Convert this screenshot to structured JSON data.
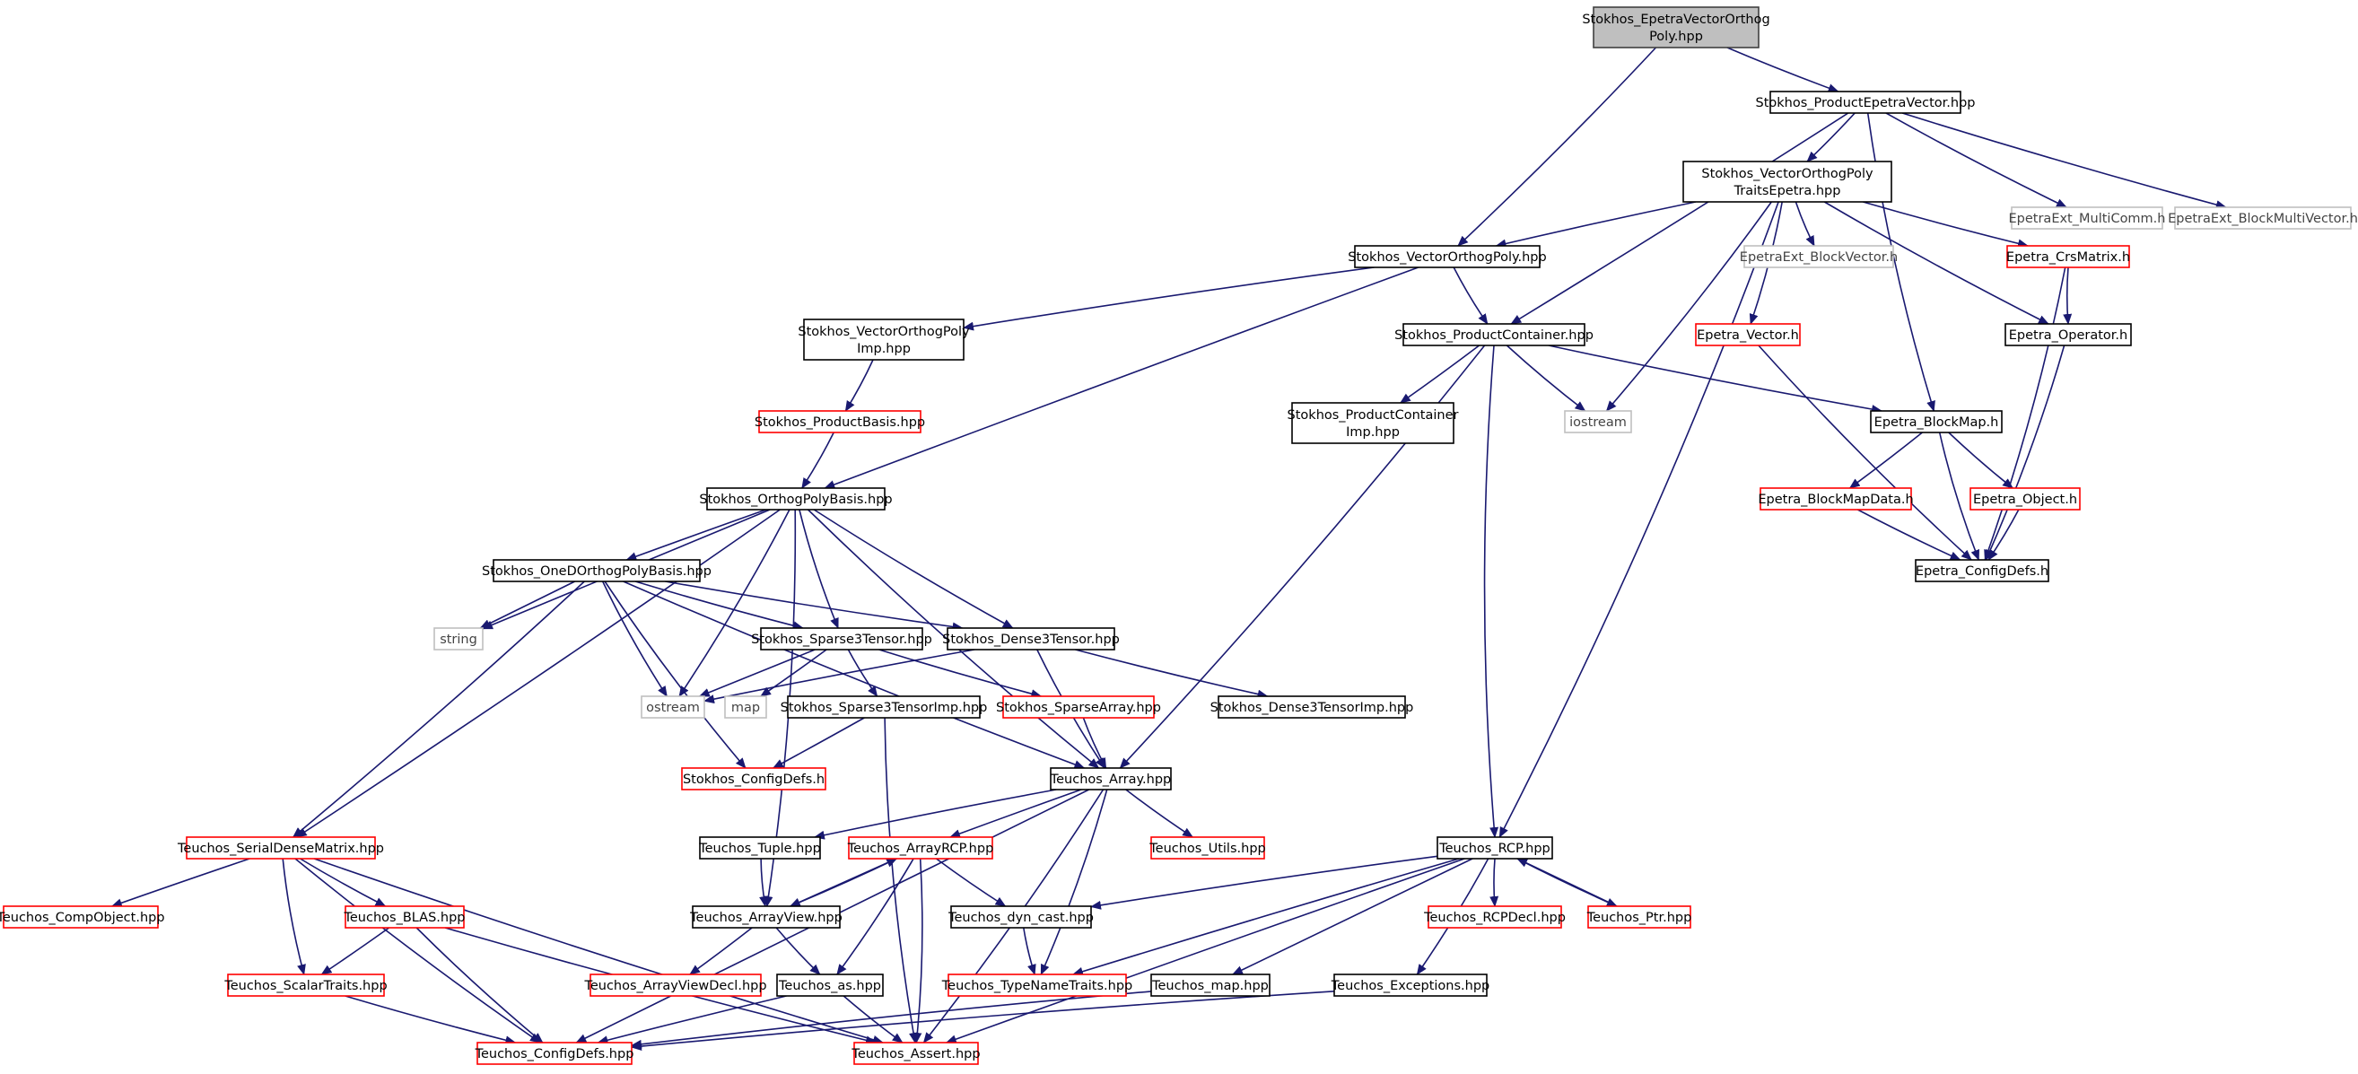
{
  "diagram": {
    "kind": "include-dependency-graph",
    "edge_color": "#191970",
    "style": {
      "root_fill": "#bfbfbf",
      "documented_border": "#000000",
      "undocumented_border": "#ff0000",
      "external_border": "#bfbfbf",
      "box_fill": "#ffffff"
    },
    "nodes": [
      {
        "id": "root",
        "lines": [
          "Stokhos_EpetraVectorOrthog",
          "Poly.hpp"
        ],
        "style": "root"
      },
      {
        "id": "pev",
        "lines": [
          "Stokhos_ProductEpetraVector.hpp"
        ],
        "style": "black"
      },
      {
        "id": "votpe",
        "lines": [
          "Stokhos_VectorOrthogPoly",
          "TraitsEpetra.hpp"
        ],
        "style": "black"
      },
      {
        "id": "multicomm",
        "lines": [
          "EpetraExt_MultiComm.h"
        ],
        "style": "gray"
      },
      {
        "id": "blockmv",
        "lines": [
          "EpetraExt_BlockMultiVector.h"
        ],
        "style": "gray"
      },
      {
        "id": "vop",
        "lines": [
          "Stokhos_VectorOrthogPoly.hpp"
        ],
        "style": "black"
      },
      {
        "id": "blockvec",
        "lines": [
          "EpetraExt_BlockVector.h"
        ],
        "style": "gray"
      },
      {
        "id": "crs",
        "lines": [
          "Epetra_CrsMatrix.h"
        ],
        "style": "red"
      },
      {
        "id": "vopimp",
        "lines": [
          "Stokhos_VectorOrthogPoly",
          "Imp.hpp"
        ],
        "style": "black"
      },
      {
        "id": "pc",
        "lines": [
          "Stokhos_ProductContainer.hpp"
        ],
        "style": "black"
      },
      {
        "id": "evec",
        "lines": [
          "Epetra_Vector.h"
        ],
        "style": "red"
      },
      {
        "id": "eop",
        "lines": [
          "Epetra_Operator.h"
        ],
        "style": "black"
      },
      {
        "id": "pb",
        "lines": [
          "Stokhos_ProductBasis.hpp"
        ],
        "style": "red"
      },
      {
        "id": "pcimp",
        "lines": [
          "Stokhos_ProductContainer",
          "Imp.hpp"
        ],
        "style": "black"
      },
      {
        "id": "iostream",
        "lines": [
          "iostream"
        ],
        "style": "gray"
      },
      {
        "id": "blockmap",
        "lines": [
          "Epetra_BlockMap.h"
        ],
        "style": "black"
      },
      {
        "id": "opb",
        "lines": [
          "Stokhos_OrthogPolyBasis.hpp"
        ],
        "style": "black"
      },
      {
        "id": "bmd",
        "lines": [
          "Epetra_BlockMapData.h"
        ],
        "style": "red"
      },
      {
        "id": "eobj",
        "lines": [
          "Epetra_Object.h"
        ],
        "style": "red"
      },
      {
        "id": "onedopb",
        "lines": [
          "Stokhos_OneDOrthogPolyBasis.hpp"
        ],
        "style": "black"
      },
      {
        "id": "econfig",
        "lines": [
          "Epetra_ConfigDefs.h"
        ],
        "style": "black"
      },
      {
        "id": "string",
        "lines": [
          "string"
        ],
        "style": "gray"
      },
      {
        "id": "s3t",
        "lines": [
          "Stokhos_Sparse3Tensor.hpp"
        ],
        "style": "black"
      },
      {
        "id": "d3t",
        "lines": [
          "Stokhos_Dense3Tensor.hpp"
        ],
        "style": "black"
      },
      {
        "id": "ostream",
        "lines": [
          "ostream"
        ],
        "style": "gray"
      },
      {
        "id": "map",
        "lines": [
          "map"
        ],
        "style": "gray"
      },
      {
        "id": "s3timp",
        "lines": [
          "Stokhos_Sparse3TensorImp.hpp"
        ],
        "style": "black"
      },
      {
        "id": "sparr",
        "lines": [
          "Stokhos_SparseArray.hpp"
        ],
        "style": "red"
      },
      {
        "id": "d3timp",
        "lines": [
          "Stokhos_Dense3TensorImp.hpp"
        ],
        "style": "black"
      },
      {
        "id": "sconfig",
        "lines": [
          "Stokhos_ConfigDefs.h"
        ],
        "style": "red"
      },
      {
        "id": "tarray",
        "lines": [
          "Teuchos_Array.hpp"
        ],
        "style": "black"
      },
      {
        "id": "sdm",
        "lines": [
          "Teuchos_SerialDenseMatrix.hpp"
        ],
        "style": "red"
      },
      {
        "id": "tuple",
        "lines": [
          "Teuchos_Tuple.hpp"
        ],
        "style": "black"
      },
      {
        "id": "arcp",
        "lines": [
          "Teuchos_ArrayRCP.hpp"
        ],
        "style": "red"
      },
      {
        "id": "utils",
        "lines": [
          "Teuchos_Utils.hpp"
        ],
        "style": "red"
      },
      {
        "id": "rcp",
        "lines": [
          "Teuchos_RCP.hpp"
        ],
        "style": "black"
      },
      {
        "id": "compobj",
        "lines": [
          "Teuchos_CompObject.hpp"
        ],
        "style": "red"
      },
      {
        "id": "blas",
        "lines": [
          "Teuchos_BLAS.hpp"
        ],
        "style": "red"
      },
      {
        "id": "aview",
        "lines": [
          "Teuchos_ArrayView.hpp"
        ],
        "style": "black"
      },
      {
        "id": "dyncast",
        "lines": [
          "Teuchos_dyn_cast.hpp"
        ],
        "style": "black"
      },
      {
        "id": "rcpdecl",
        "lines": [
          "Teuchos_RCPDecl.hpp"
        ],
        "style": "red"
      },
      {
        "id": "ptr",
        "lines": [
          "Teuchos_Ptr.hpp"
        ],
        "style": "red"
      },
      {
        "id": "straits",
        "lines": [
          "Teuchos_ScalarTraits.hpp"
        ],
        "style": "red"
      },
      {
        "id": "avdecl",
        "lines": [
          "Teuchos_ArrayViewDecl.hpp"
        ],
        "style": "red"
      },
      {
        "id": "as",
        "lines": [
          "Teuchos_as.hpp"
        ],
        "style": "black"
      },
      {
        "id": "tnt",
        "lines": [
          "Teuchos_TypeNameTraits.hpp"
        ],
        "style": "red"
      },
      {
        "id": "tmap",
        "lines": [
          "Teuchos_map.hpp"
        ],
        "style": "black"
      },
      {
        "id": "exc",
        "lines": [
          "Teuchos_Exceptions.hpp"
        ],
        "style": "black"
      },
      {
        "id": "tconfig",
        "lines": [
          "Teuchos_ConfigDefs.hpp"
        ],
        "style": "red"
      },
      {
        "id": "assert",
        "lines": [
          "Teuchos_Assert.hpp"
        ],
        "style": "red"
      }
    ],
    "edges": [
      [
        "root",
        "pev"
      ],
      [
        "root",
        "vop"
      ],
      [
        "pev",
        "votpe"
      ],
      [
        "pev",
        "multicomm"
      ],
      [
        "pev",
        "blockmv"
      ],
      [
        "pev",
        "pc"
      ],
      [
        "pev",
        "blockmap"
      ],
      [
        "votpe",
        "vop"
      ],
      [
        "votpe",
        "blockvec"
      ],
      [
        "votpe",
        "crs"
      ],
      [
        "votpe",
        "evec"
      ],
      [
        "votpe",
        "eop"
      ],
      [
        "votpe",
        "iostream"
      ],
      [
        "votpe",
        "rcp"
      ],
      [
        "vop",
        "vopimp"
      ],
      [
        "vop",
        "pc"
      ],
      [
        "vop",
        "opb"
      ],
      [
        "vopimp",
        "pb"
      ],
      [
        "pb",
        "opb"
      ],
      [
        "pc",
        "pcimp"
      ],
      [
        "pc",
        "iostream"
      ],
      [
        "pc",
        "blockmap"
      ],
      [
        "pc",
        "tarray"
      ],
      [
        "pc",
        "rcp"
      ],
      [
        "crs",
        "eop"
      ],
      [
        "crs",
        "econfig"
      ],
      [
        "eop",
        "econfig"
      ],
      [
        "evec",
        "econfig"
      ],
      [
        "blockmap",
        "bmd"
      ],
      [
        "blockmap",
        "eobj"
      ],
      [
        "blockmap",
        "econfig"
      ],
      [
        "bmd",
        "econfig"
      ],
      [
        "eobj",
        "econfig"
      ],
      [
        "opb",
        "onedopb"
      ],
      [
        "opb",
        "string"
      ],
      [
        "opb",
        "s3t"
      ],
      [
        "opb",
        "d3t"
      ],
      [
        "opb",
        "ostream"
      ],
      [
        "opb",
        "tarray"
      ],
      [
        "opb",
        "sdm"
      ],
      [
        "opb",
        "aview"
      ],
      [
        "onedopb",
        "string"
      ],
      [
        "onedopb",
        "s3t"
      ],
      [
        "onedopb",
        "d3t"
      ],
      [
        "onedopb",
        "ostream"
      ],
      [
        "onedopb",
        "sconfig"
      ],
      [
        "onedopb",
        "tarray"
      ],
      [
        "onedopb",
        "sdm"
      ],
      [
        "s3t",
        "ostream"
      ],
      [
        "s3t",
        "map"
      ],
      [
        "s3t",
        "s3timp"
      ],
      [
        "s3t",
        "sparr"
      ],
      [
        "d3t",
        "ostream"
      ],
      [
        "d3t",
        "d3timp"
      ],
      [
        "d3t",
        "tarray"
      ],
      [
        "s3timp",
        "sconfig"
      ],
      [
        "s3timp",
        "assert"
      ],
      [
        "sparr",
        "tarray"
      ],
      [
        "tarray",
        "tuple"
      ],
      [
        "tarray",
        "arcp"
      ],
      [
        "tarray",
        "utils"
      ],
      [
        "tarray",
        "tnt"
      ],
      [
        "tarray",
        "tconfig"
      ],
      [
        "tarray",
        "assert"
      ],
      [
        "sdm",
        "compobj"
      ],
      [
        "sdm",
        "blas"
      ],
      [
        "sdm",
        "straits"
      ],
      [
        "sdm",
        "tconfig"
      ],
      [
        "sdm",
        "assert"
      ],
      [
        "tuple",
        "aview"
      ],
      [
        "arcp",
        "aview"
      ],
      [
        "arcp",
        "dyncast"
      ],
      [
        "arcp",
        "as"
      ],
      [
        "arcp",
        "assert"
      ],
      [
        "aview",
        "arcp"
      ],
      [
        "aview",
        "avdecl"
      ],
      [
        "aview",
        "as"
      ],
      [
        "blas",
        "straits"
      ],
      [
        "blas",
        "tconfig"
      ],
      [
        "blas",
        "assert"
      ],
      [
        "straits",
        "tconfig"
      ],
      [
        "as",
        "tconfig"
      ],
      [
        "as",
        "assert"
      ],
      [
        "dyncast",
        "tnt"
      ],
      [
        "rcp",
        "dyncast"
      ],
      [
        "rcp",
        "rcpdecl"
      ],
      [
        "rcp",
        "ptr"
      ],
      [
        "rcp",
        "tnt"
      ],
      [
        "rcp",
        "tmap"
      ],
      [
        "rcp",
        "exc"
      ],
      [
        "rcp",
        "assert"
      ],
      [
        "ptr",
        "rcp"
      ],
      [
        "tmap",
        "tconfig"
      ],
      [
        "exc",
        "tconfig"
      ]
    ]
  }
}
